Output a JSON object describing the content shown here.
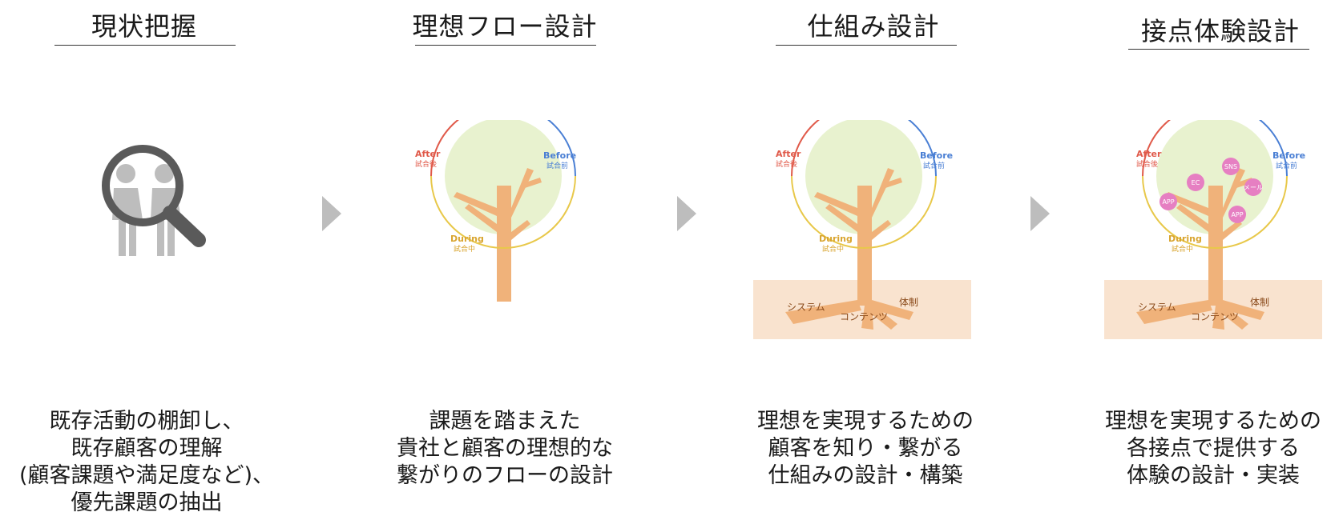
{
  "steps": [
    {
      "title": "現状把握",
      "desc": [
        "既存活動の棚卸し、",
        "既存顧客の理解",
        "(顧客課題や満足度など)、",
        "優先課題の抽出"
      ]
    },
    {
      "title": "理想フロー設計",
      "desc": [
        "課題を踏まえた",
        "貴社と顧客の理想的な",
        "繋がりのフローの設計"
      ]
    },
    {
      "title": "仕組み設計",
      "desc": [
        "理想を実現するための",
        "顧客を知り・繋がる",
        "仕組みの設計・構築"
      ]
    },
    {
      "title": "接点体験設計",
      "desc": [
        "理想を実現するための",
        "各接点で提供する",
        "体験の設計・実装"
      ]
    }
  ],
  "cycle": {
    "after": "After",
    "after_sub": "試合後",
    "before": "Before",
    "before_sub": "試合前",
    "during": "During",
    "during_sub": "試合中"
  },
  "roots": {
    "system": "システム",
    "contents": "コンテンツ",
    "org": "体制"
  },
  "touchpoints": {
    "ec": "EC",
    "sns": "SNS",
    "mail": "メール",
    "app1": "APP",
    "app2": "APP"
  },
  "colors": {
    "after": "#e05a4a",
    "before": "#4a7fd4",
    "during": "#e8c84a",
    "tree": "#f0b27a",
    "circle_fill": "#e8f2cf",
    "ground": "#f9e3cf",
    "bubble": "#e67fc2",
    "icon_gray": "#5a5a5a",
    "people_gray": "#bdbdbd",
    "chevron": "#bdbdbd"
  }
}
